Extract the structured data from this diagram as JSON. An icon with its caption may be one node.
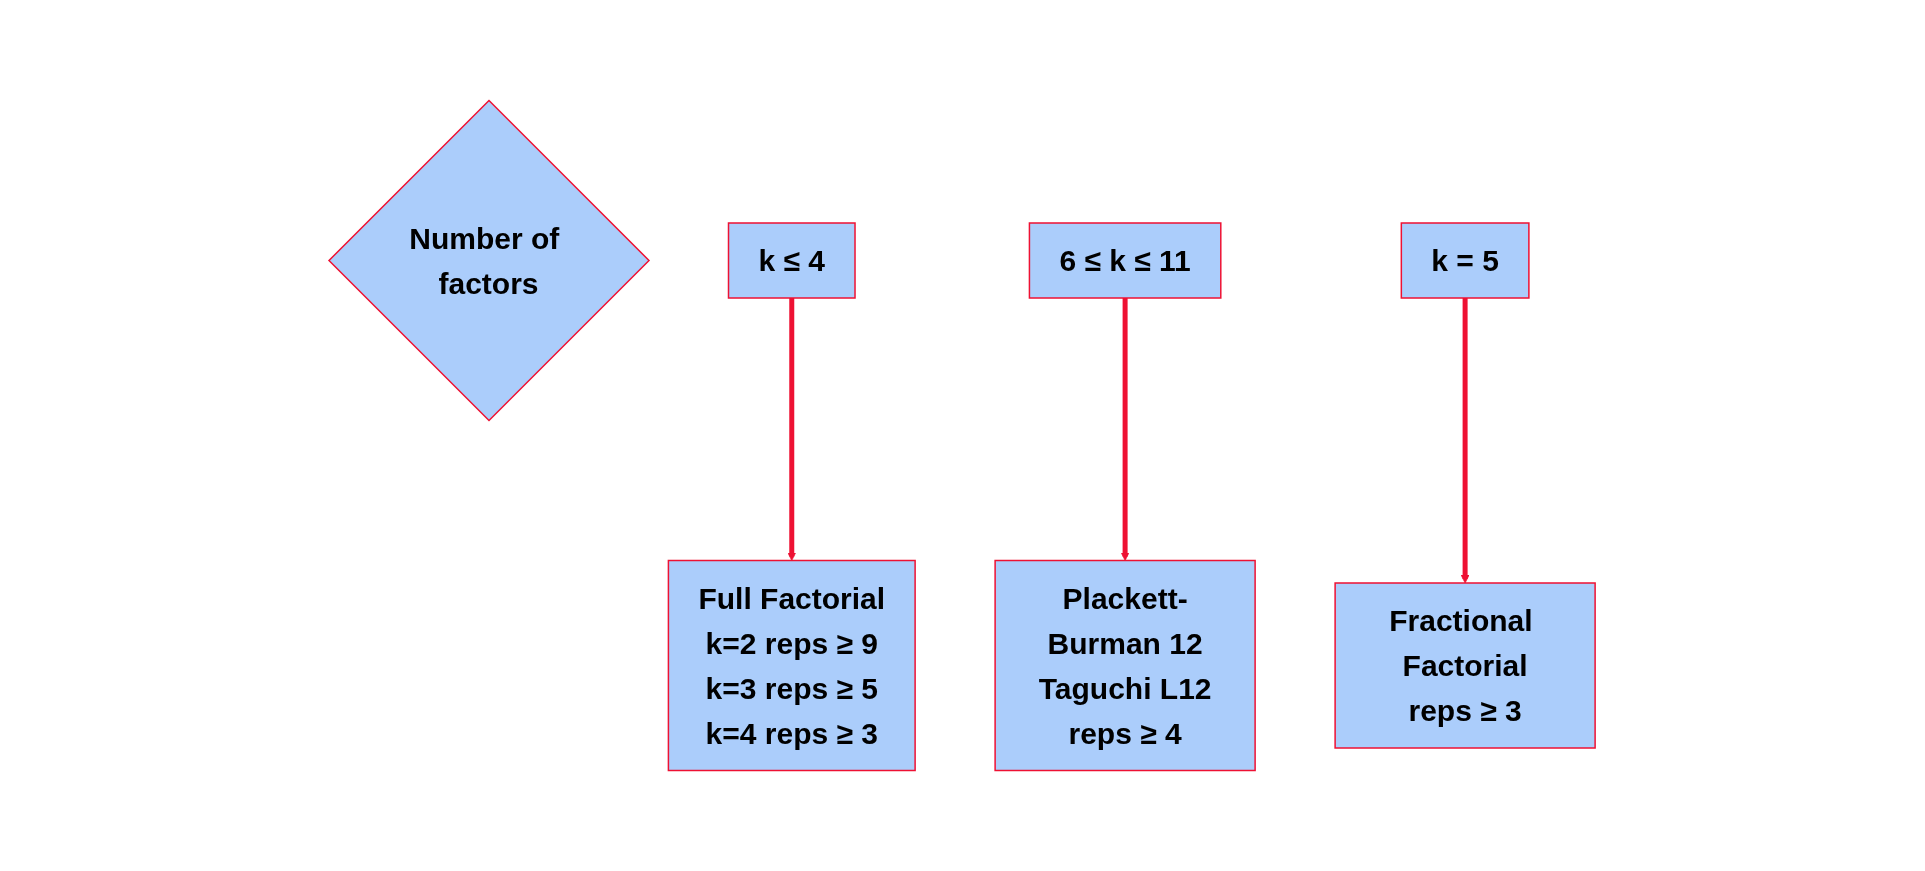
{
  "diagram": {
    "nodes": [
      {
        "text": [
          "Number of factors"
        ]
      },
      {
        "text": [
          "k ≤ 4"
        ]
      },
      {
        "text": [
          "6 ≤ k ≤ 11"
        ]
      },
      {
        "text": [
          "k = 5"
        ]
      },
      {
        "text": [
          "Full Factorial",
          "k=2 reps ≥ 9",
          "k=3 reps ≥ 5",
          "k=4 reps ≥ 3"
        ]
      },
      {
        "text": [
          "Fractional Factorial",
          "reps ≥ 3"
        ]
      },
      {
        "text": [
          "Plackett-Burman 12",
          "Taguchi L12",
          "reps ≥ 4"
        ]
      }
    ],
    "edges": [
      {
        "from": 1,
        "to": 4,
        "arrow": "to"
      },
      {
        "from": 3,
        "to": 5,
        "arrow": "to"
      },
      {
        "from": 2,
        "to": 6,
        "arrow": "to"
      }
    ]
  }
}
